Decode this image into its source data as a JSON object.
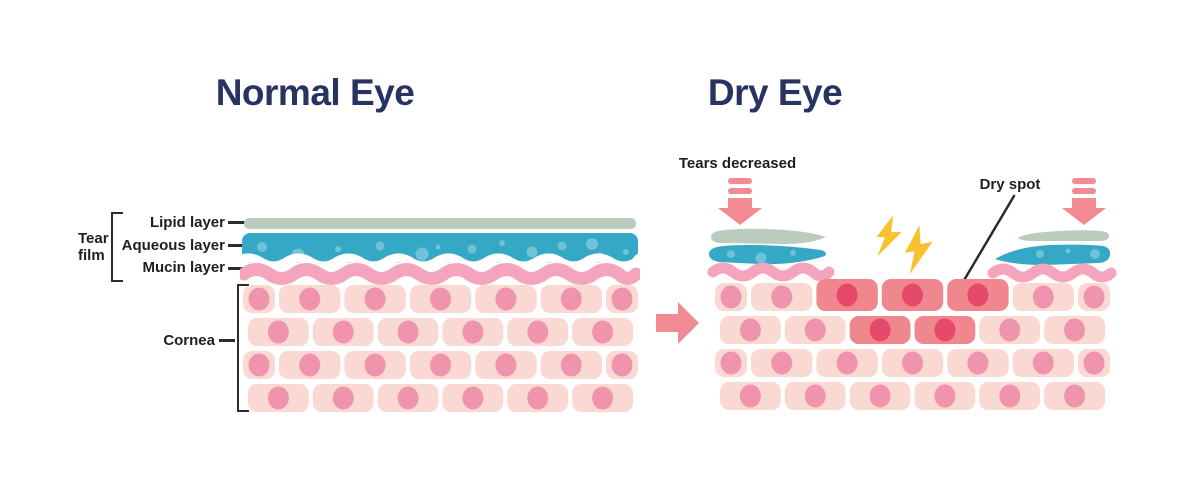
{
  "left_panel": {
    "title": "Normal Eye",
    "tear_film_label": "Tear film",
    "lipid_label": "Lipid layer",
    "aqueous_label": "Aqueous layer",
    "mucin_label": "Mucin layer",
    "cornea_label": "Cornea"
  },
  "right_panel": {
    "title": "Dry Eye",
    "tears_decreased_label": "Tears decreased",
    "dry_spot_label": "Dry spot"
  },
  "figure": {
    "type": "medical-diagram",
    "colors": {
      "title_navy": "#273361",
      "label_black": "#1f1f1f",
      "line_black": "#2b2b2b",
      "lipid_green": "#b9ccbd",
      "aqueous_teal": "#34a8c4",
      "bubble_teal": "#70c2d6",
      "mucin_pink": "#f5a4bd",
      "cell_light_pink": "#fbd9d3",
      "nucleus_pink": "#f094ad",
      "cell_damaged": "#f0868e",
      "nucleus_damaged": "#e54a6b",
      "arrow_pink": "#f28a93",
      "lightning_yellow": "#f8c12d"
    },
    "cornea_rows_cells": [
      7,
      6,
      7,
      6
    ],
    "dry_damaged_cells": {
      "0": [
        2,
        3,
        4
      ],
      "1": [
        2,
        3
      ]
    }
  }
}
